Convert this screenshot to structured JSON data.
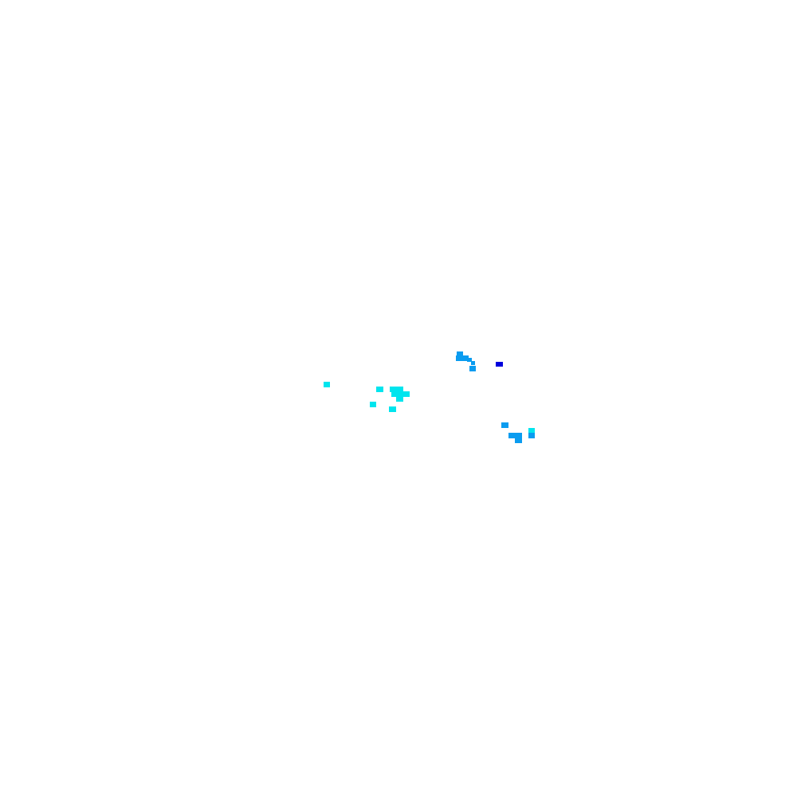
{
  "background": "#ffffff",
  "colors": {
    "cyan": "#00e5ee",
    "sky": "#0a9cf0",
    "blue": "#0000dd"
  },
  "clusters": [
    {
      "name": "cyan-cluster",
      "color_key": "cyan"
    },
    {
      "name": "upper-blue-cluster",
      "color_key": "sky"
    },
    {
      "name": "dark-blue-dot",
      "color_key": "blue"
    },
    {
      "name": "lower-blue-cluster",
      "color_key": "sky"
    },
    {
      "name": "lower-cyan-cluster",
      "color_key": "cyan"
    }
  ]
}
